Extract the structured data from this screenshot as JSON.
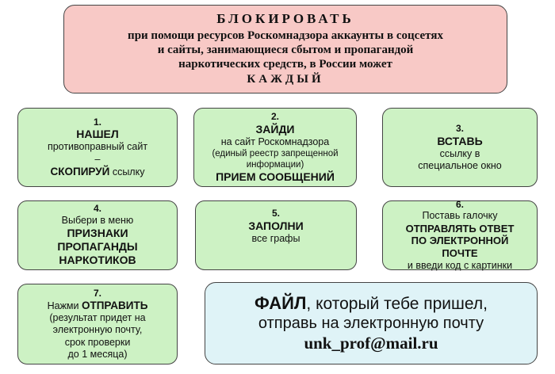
{
  "header": {
    "title": "БЛОКИРОВАТЬ",
    "lines": [
      "при помощи ресурсов Роскомнадзора аккаунты в соцсетях",
      "и сайты, занимающиеся сбытом и пропагандой",
      "наркотических средств, в России может"
    ],
    "subtitle": "КАЖДЫЙ"
  },
  "steps": [
    {
      "num": "1.",
      "title": "НАШЕЛ",
      "desc": "противоправный сайт –",
      "action": "СКОПИРУЙ",
      "tail": " ссылку"
    },
    {
      "num": "2.",
      "title": "ЗАЙДИ",
      "desc": "на сайт Роскомнадзора",
      "note": "(единый реестр запрещенной информации)",
      "footer": "ПРИЕМ СООБЩЕНИЙ"
    },
    {
      "num": "3.",
      "title": "ВСТАВЬ",
      "desc": "ссылку в специальное окно"
    },
    {
      "num": "4.",
      "intro": "Выбери в меню",
      "title_lines": [
        "ПРИЗНАКИ",
        "ПРОПАГАНДЫ",
        "НАРКОТИКОВ"
      ]
    },
    {
      "num": "5.",
      "title": "ЗАПОЛНИ",
      "desc": "все графы"
    },
    {
      "num": "6.",
      "intro": "Поставь галочку",
      "title_lines": [
        "ОТПРАВЛЯТЬ ОТВЕТ",
        "ПО ЭЛЕКТРОННОЙ",
        "ПОЧТЕ"
      ],
      "tail": "и введи код с картинки"
    },
    {
      "num": "7.",
      "prefix": "Нажми ",
      "action": "ОТПРАВИТЬ",
      "note_lines": [
        "(результат придет на",
        "электронную почту,",
        "срок проверки",
        "до 1 месяца)"
      ]
    }
  ],
  "file_box": {
    "lead": "ФАЙЛ",
    "line1_rest": ", который тебе пришел,",
    "line2": "отправь на электронную почту",
    "email": "unk_prof@mail.ru"
  }
}
